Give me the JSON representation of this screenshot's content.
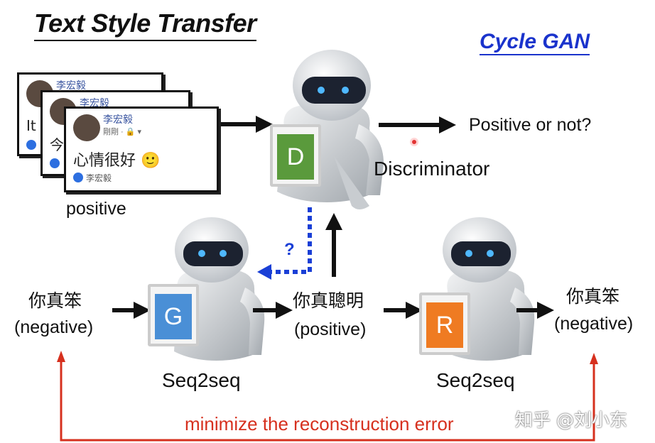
{
  "title": "Text Style Transfer",
  "subtitle": "Cycle GAN",
  "posts": [
    {
      "name": "李宏毅",
      "text": "It",
      "like_name": ""
    },
    {
      "name": "李宏毅",
      "text": "今",
      "like_name": ""
    },
    {
      "name": "李宏毅",
      "sub": "剛剛 · 🔒 ▾",
      "text": "心情很好 🙂",
      "like_name": "李宏毅"
    }
  ],
  "labels": {
    "positive_caption": "positive",
    "discriminator_output": "Positive or not?",
    "discriminator": "Discriminator",
    "question": "?",
    "input_zh": "你真笨",
    "input_tag": "(negative)",
    "middle_zh": "你真聰明",
    "middle_tag": "(positive)",
    "output_zh": "你真笨",
    "output_tag": "(negative)",
    "seq2seq_g": "Seq2seq",
    "seq2seq_r": "Seq2seq",
    "reconstruction": "minimize the reconstruction error",
    "watermark": "知乎 @刘小东"
  },
  "cards": {
    "d": {
      "letter": "D",
      "color": "#5a9a3c"
    },
    "g": {
      "letter": "G",
      "color": "#4a8fd6"
    },
    "r": {
      "letter": "R",
      "color": "#ef7b22"
    }
  },
  "colors": {
    "dotted": "#1a3fd6",
    "feedback": "#d6301e",
    "arrow": "#111111"
  }
}
